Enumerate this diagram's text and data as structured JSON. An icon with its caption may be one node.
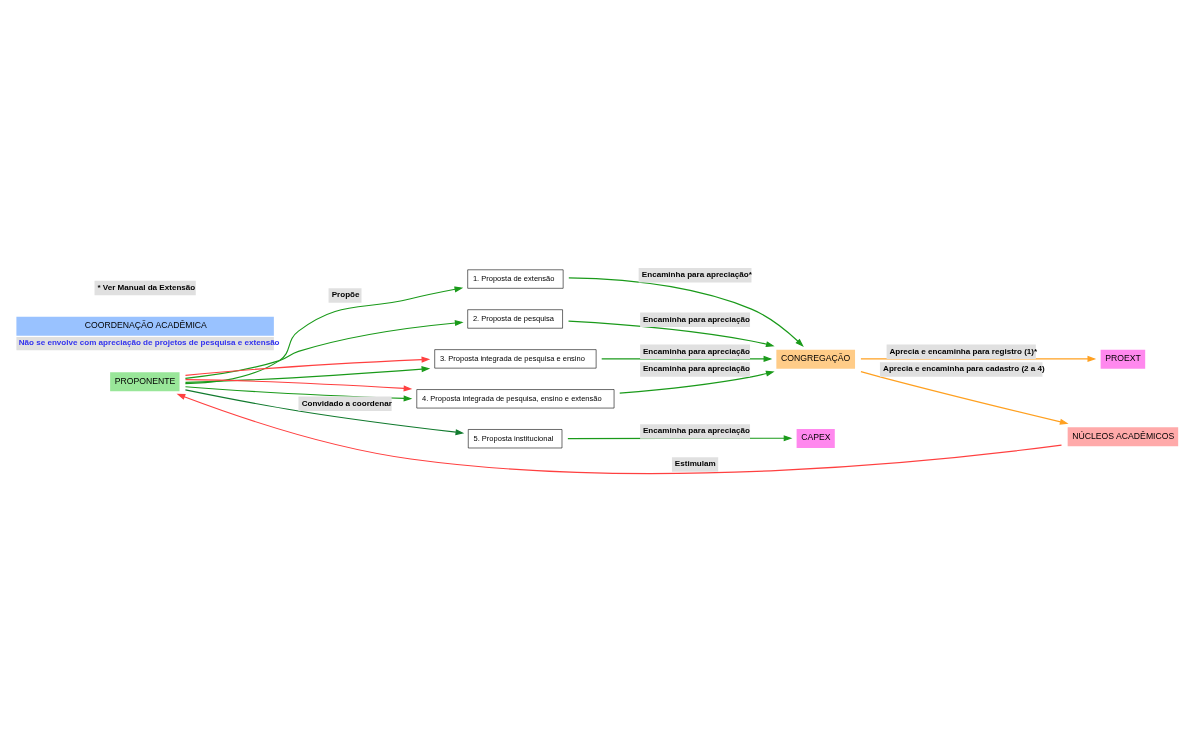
{
  "diagram": {
    "nodes": [
      {
        "text": [
          "PROPONENTE"
        ]
      },
      {
        "text": [
          "NÚCLEOS ACADÊMICOS"
        ]
      },
      {
        "text": [
          "COORDENAÇÃO ACADÊMICA"
        ],
        "beside": [
          "Não se envolve com apreciação de projetos de pesquisa e extensão"
        ]
      },
      {
        "text": [
          "CONGREGAÇÃO"
        ]
      },
      {
        "text": [
          "PROEXT"
        ]
      },
      {
        "text": [
          "CAPEX"
        ]
      },
      {
        "text": [
          "1. Proposta de extensão"
        ]
      },
      {
        "text": [
          "2. Proposta de pesquisa"
        ]
      },
      {
        "text": [
          "3. Proposta integrada de pesquisa e ensino"
        ]
      },
      {
        "text": [
          "4. Proposta integrada de pesquisa, ensino e extensão"
        ]
      },
      {
        "text": [
          "5. Proposta institucional"
        ]
      }
    ],
    "edges": [
      {
        "from": 0,
        "to": 10,
        "arrow": "to",
        "label": "Convidado a coordenar",
        "color": "#117a2e"
      },
      {
        "from": 1,
        "to": 0,
        "arrow": "to",
        "label": "Estimulam",
        "color": "#ff4040"
      },
      {
        "from": 3,
        "to": 1,
        "arrow": "to",
        "label": "Aprecia e encaminha para cadastro (2 a 4)",
        "color": "#ffa020"
      },
      {
        "from": 0,
        "to": 6,
        "arrow": "to",
        "label": "Propõe"
      },
      {
        "from": 0,
        "to": 7,
        "arrow": "to"
      },
      {
        "from": 0,
        "to": 8,
        "arrow": "to"
      },
      {
        "from": 0,
        "to": 9,
        "arrow": "to"
      },
      {
        "from": 0,
        "to": 8,
        "arrow": "to",
        "color": "#ff4040"
      },
      {
        "from": 0,
        "to": 9,
        "arrow": "to",
        "color": "#ff4040"
      },
      {
        "from": 6,
        "to": 3,
        "arrow": "to",
        "label": "Encaminha para apreciação*"
      },
      {
        "from": 7,
        "to": 3,
        "arrow": "to",
        "label": "Encaminha para apreciação"
      },
      {
        "from": 8,
        "to": 3,
        "arrow": "to",
        "label": "Encaminha para apreciação"
      },
      {
        "from": 9,
        "to": 3,
        "arrow": "to",
        "label": "Encaminha para apreciação"
      },
      {
        "from": 10,
        "to": 5,
        "arrow": "to",
        "label": "Encaminha para apreciação"
      },
      {
        "from": 3,
        "to": 4,
        "arrow": "to",
        "label": "Aprecia e encaminha para registro (1)*",
        "color": "#ffa020"
      }
    ],
    "labels": [
      "* Ver Manual da Extensão"
    ]
  }
}
